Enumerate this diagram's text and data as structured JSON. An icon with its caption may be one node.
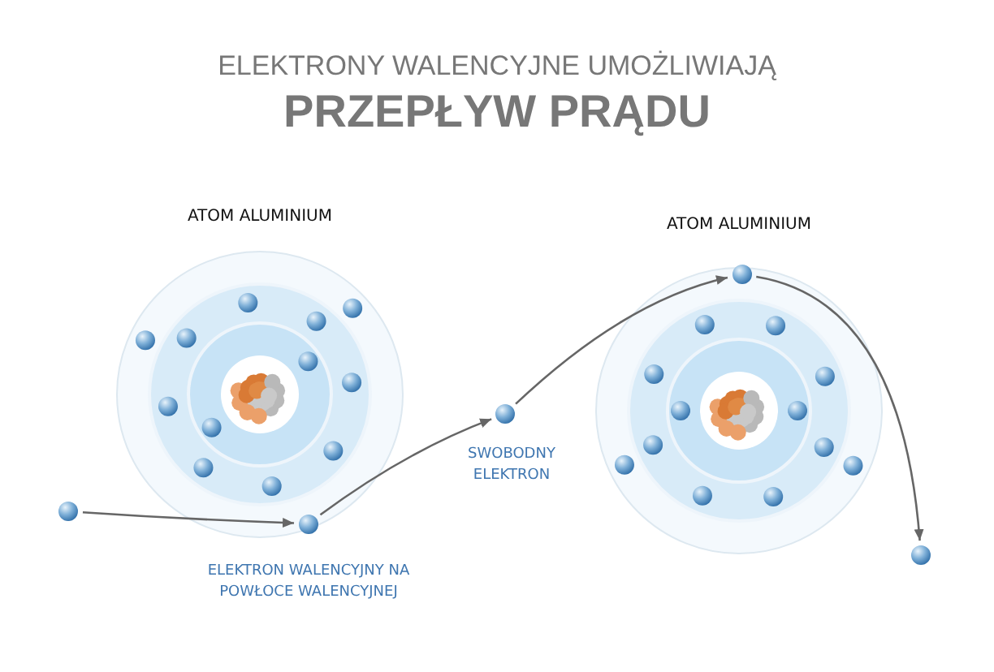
{
  "diagram": {
    "title": "ELEKTRONY WALENCYJNE UMOŻLIWIAJĄ **PRZEPŁYW PRĄDU**",
    "nodes": [
      {
        "text": [
          "ATOM ALUMINIUM"
        ]
      },
      {
        "text": [],
        "shape": "circle"
      },
      {
        "text": [],
        "shape": "circle",
        "in": 0,
        "beside": [
          "ELEKTRON WALENCYJNY NA POWŁOCE WALENCYJNEJ"
        ]
      },
      {
        "text": [],
        "shape": "circle",
        "beside": [
          "SWOBODNY ELEKTRON"
        ]
      },
      {
        "text": [
          "ATOM ALUMINIUM"
        ]
      },
      {
        "text": [],
        "shape": "circle",
        "in": 4
      },
      {
        "text": [],
        "shape": "circle"
      }
    ],
    "edges": [
      {
        "from": 1,
        "to": 2,
        "arrow": "to"
      },
      {
        "from": 2,
        "to": 3,
        "arrow": "to"
      },
      {
        "from": 3,
        "to": 5,
        "arrow": "to"
      },
      {
        "from": 5,
        "to": 6,
        "arrow": "to"
      }
    ]
  }
}
